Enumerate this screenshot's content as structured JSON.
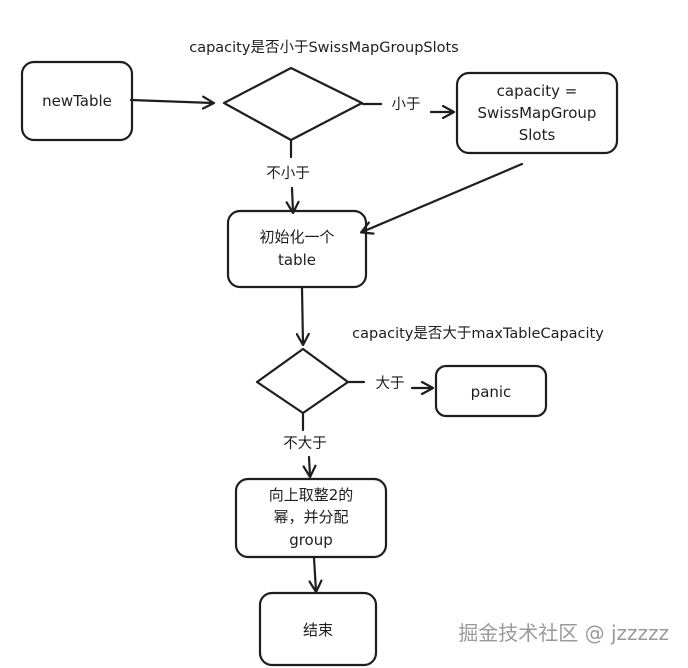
{
  "nodes": {
    "new_table": "newTable",
    "set_capacity": [
      "capacity =",
      "SwissMapGroup",
      "Slots"
    ],
    "init_table": [
      "初始化一个",
      "table"
    ],
    "panic": "panic",
    "round_up": [
      "向上取整2的",
      "幂，并分配",
      "group"
    ],
    "end": "结束"
  },
  "decisions": {
    "capacity_lt_slots": "capacity是否小于SwissMapGroupSlots",
    "capacity_gt_max": "capacity是否大于maxTableCapacity"
  },
  "edges": {
    "less": "小于",
    "not_less": "不小于",
    "greater": "大于",
    "not_greater": "不大于"
  },
  "watermark": "掘金技术社区 @ jzzzzz"
}
